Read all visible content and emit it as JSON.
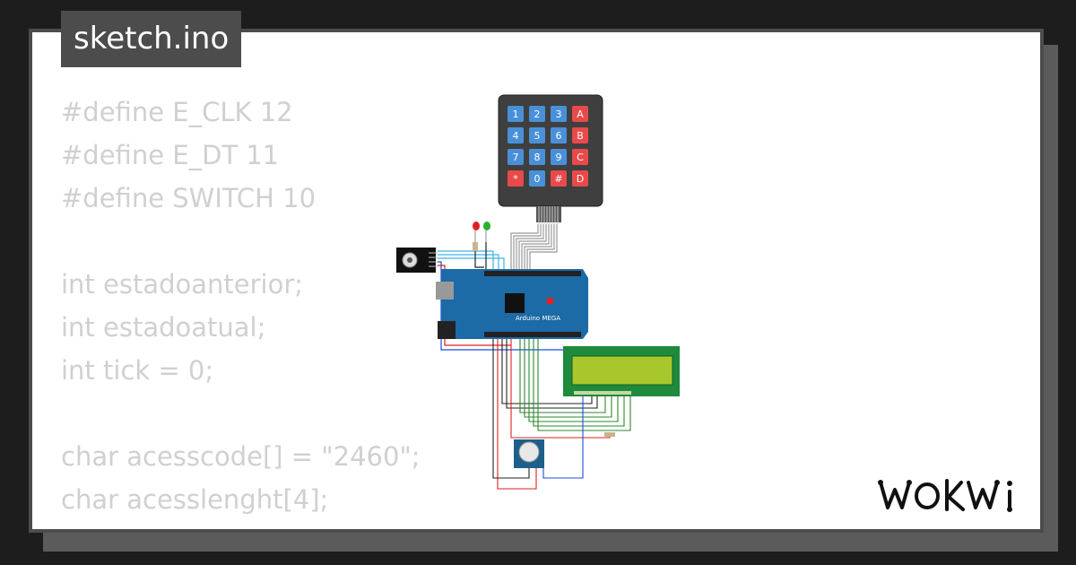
{
  "header": {
    "filename": "sketch.ino"
  },
  "code_lines": [
    "#define E_CLK 12",
    "#define E_DT 11",
    "#define SWITCH 10",
    "",
    "int estadoanterior;",
    "int estadoatual;",
    "int tick = 0;",
    "",
    "char acesscode[] = \"2460\";",
    "char acesslenght[4];"
  ],
  "diagram": {
    "keypad_keys": [
      "1",
      "2",
      "3",
      "A",
      "4",
      "5",
      "6",
      "B",
      "7",
      "8",
      "9",
      "C",
      "*",
      "0",
      "#",
      "D"
    ],
    "board_label": "Arduino MEGA",
    "colors": {
      "key_blue": "#4a90d9",
      "key_red": "#e84a4a",
      "board": "#1c6aa6",
      "lcd_screen": "#a8c72d",
      "lcd_board": "#1e8a3c"
    }
  },
  "brand": {
    "logo": "WOKWI"
  }
}
